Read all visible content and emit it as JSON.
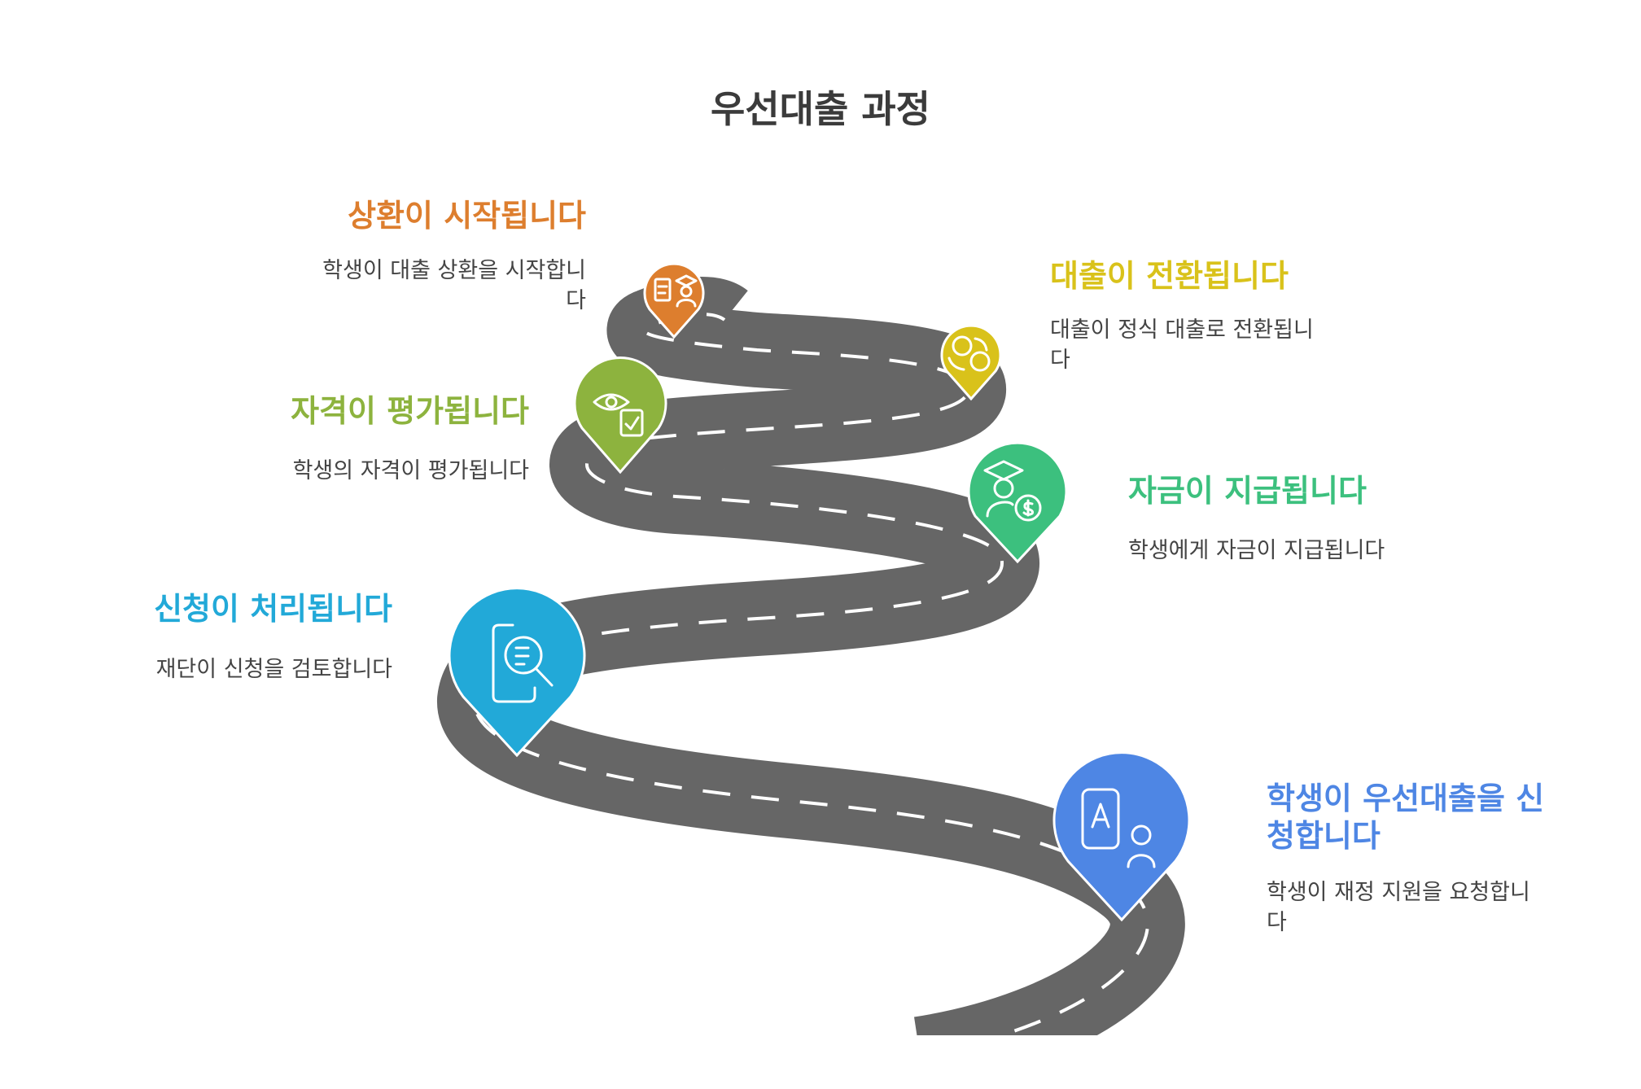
{
  "title": "우선대출 과정",
  "colors": {
    "road": "#666666",
    "dash": "#ffffff",
    "apply": "#4e86e4",
    "process": "#22a9d8",
    "evaluate": "#8db33e",
    "disburse": "#3cc07e",
    "convert": "#d9c21a",
    "repay": "#dd7e2e"
  },
  "steps": [
    {
      "key": "apply",
      "title": "학생이 우선대출을 신\n청합니다",
      "desc": "학생이 재정 지원을 요청합니\n다",
      "icon": "application-person-icon"
    },
    {
      "key": "process",
      "title": "신청이 처리됩니다",
      "desc": "재단이 신청을 검토합니다",
      "icon": "document-search-icon"
    },
    {
      "key": "disburse",
      "title": "자금이 지급됩니다",
      "desc": "학생에게 자금이 지급됩니다",
      "icon": "graduate-money-icon"
    },
    {
      "key": "evaluate",
      "title": "자격이 평가됩니다",
      "desc": "학생의 자격이 평가됩니다",
      "icon": "eye-checklist-icon"
    },
    {
      "key": "convert",
      "title": "대출이 전환됩니다",
      "desc": "대출이 정식 대출로 전환됩니\n다",
      "icon": "currency-exchange-icon"
    },
    {
      "key": "repay",
      "title": "상환이 시작됩니다",
      "desc": "학생이 대출 상환을 시작합니\n다",
      "icon": "graduate-payment-icon"
    }
  ]
}
